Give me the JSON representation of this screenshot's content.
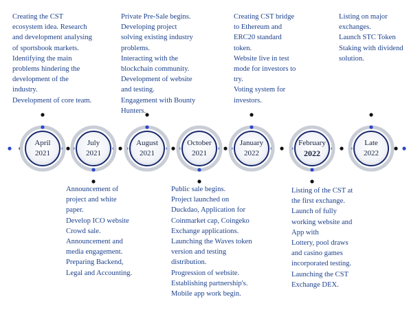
{
  "colors": {
    "text": "#1b3f8a",
    "node_dark": "#1a2a6c",
    "node_ring": "#c9cdd6",
    "dot_blue": "#2a46c9",
    "dot_black": "#111111"
  },
  "milestones": [
    {
      "month": "April",
      "year": "2021",
      "text": "Creating the CST\necosystem idea. Research\nand development analysing\nof sportsbook markets.\nIdentifying the main\nproblems hindering the\ndevelopment of the\nindustry.\nDevelopment of core team."
    },
    {
      "month": "July",
      "year": "2021",
      "text": "Announcement of\nproject and white\npaper.\nDevelop ICO website\nCrowd sale.\nAnnouncement and\nmedia engagement.\nPreparing Backend,\nLegal and Accounting."
    },
    {
      "month": "August",
      "year": "2021",
      "text": "Private Pre-Sale begins.\nDeveloping project\nsolving existing industry\nproblems.\nInteracting with the\nblockchain community.\nDevelopment of website\nand testing.\nEngagement with Bounty\nHunters."
    },
    {
      "month": "October",
      "year": "2021",
      "text": "Public sale begins.\nProject launched on\nDuckdao, Application for\nCoinmarket cap, Coingeko\nExchange applications.\nLaunching the Waves token\nversion and testing\ndistribution.\nProgression of website.\nEstablishing partnership's.\nMobile app work begin."
    },
    {
      "month": "January",
      "year": "2022",
      "text": "Creating CST bridge\nto Ethereum and\nERC20 standard\ntoken.\nWebsite live in test\nmode for investors to\ntry.\nVoting system for\ninvestors."
    },
    {
      "month": "February",
      "year": "2022",
      "text": "Listing of the CST at\nthe first exchange.\nLaunch of fully\nworking website and\nApp with\nLottery, pool draws\nand  casino games\nincorporated testing.\nLaunching the CST\nExchange DEX."
    },
    {
      "month": "Late",
      "year": "2022",
      "text": "Listing on major\nexchanges.\nLaunch STC Token\nStaking with dividend\nsolution."
    }
  ]
}
